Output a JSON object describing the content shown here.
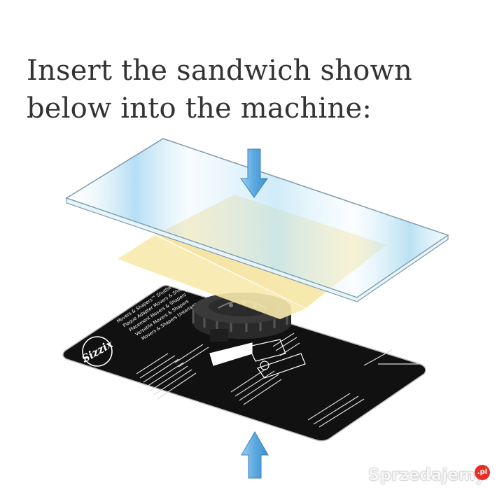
{
  "heading": {
    "line1": "Insert the sandwich shown",
    "line2": "below into the machine:"
  },
  "mat": {
    "brand": "Sizzix",
    "line1": "Movers & Shapers™ Shuttle",
    "line2": "Plaque Adapter Movers & Shapers",
    "line3": "Placement Movers & Shapers",
    "line4": "Versatile Movers & Shapers",
    "line5": "Movers & Shapers Unterlage"
  },
  "watermark": {
    "text": "Sprzedajemy",
    "badge": ".pl"
  },
  "colors": {
    "arrow": "#6fb6e6",
    "glass": "#bfe3f5",
    "paper": "#f7e7a6",
    "mat": "#111111",
    "text": "#333333"
  }
}
